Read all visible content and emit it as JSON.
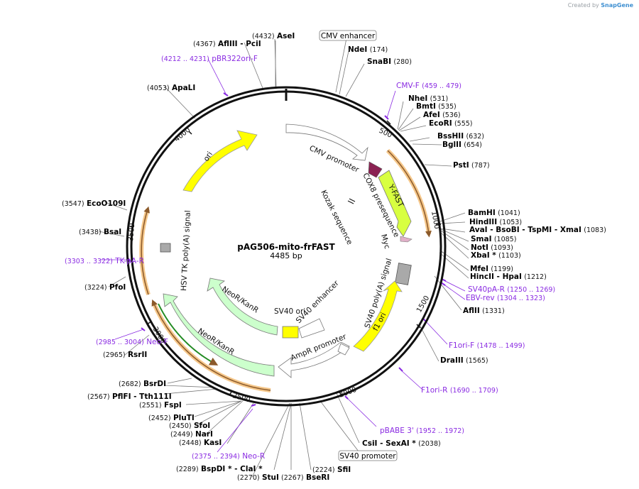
{
  "watermark": {
    "prefix": "Created by",
    "brand": "SnapGene"
  },
  "plasmid": {
    "name": "pAG506-mito-frFAST",
    "length": "4485 bp",
    "total_bp": 4485
  },
  "tick_labels": [
    "500",
    "1000",
    "1500",
    "2000",
    "2500",
    "3000",
    "3500",
    "4000"
  ],
  "sites": [
    {
      "label": "CMV enhancer",
      "boxed": true
    },
    {
      "pos": "(174)",
      "name": "NdeI"
    },
    {
      "pos": "(280)",
      "name": "SnaBI"
    },
    {
      "pos": "(459 .. 479)",
      "name": "CMV-F",
      "primer": true
    },
    {
      "pos": "(531)",
      "name": "NheI"
    },
    {
      "pos": "(535)",
      "name": "BmtI"
    },
    {
      "pos": "(536)",
      "name": "AfeI"
    },
    {
      "pos": "(555)",
      "name": "EcoRI"
    },
    {
      "pos": "(632)",
      "name": "BssHII"
    },
    {
      "pos": "(654)",
      "name": "BglII"
    },
    {
      "pos": "(787)",
      "name": "PstI"
    },
    {
      "pos": "(1041)",
      "name": "BamHI"
    },
    {
      "pos": "(1053)",
      "name": "HindIII"
    },
    {
      "pos": "(1083)",
      "name": "AvaI  - BsoBI  - TspMI  - XmaI"
    },
    {
      "pos": "(1085)",
      "name": "SmaI"
    },
    {
      "pos": "(1093)",
      "name": "NotI"
    },
    {
      "pos": "(1103)",
      "name": "XbaI *"
    },
    {
      "pos": "(1199)",
      "name": "MfeI"
    },
    {
      "pos": "(1212)",
      "name": "HincII  - HpaI"
    },
    {
      "pos": "(1250 .. 1269)",
      "name": "SV40pA-R",
      "primer": true
    },
    {
      "pos": "(1304 .. 1323)",
      "name": "EBV-rev",
      "primer": true
    },
    {
      "pos": "(1331)",
      "name": "AflII"
    },
    {
      "pos": "(1478 .. 1499)",
      "name": "F1ori-F",
      "primer": true
    },
    {
      "pos": "(1565)",
      "name": "DraIII"
    },
    {
      "pos": "(1690 .. 1709)",
      "name": "F1ori-R",
      "primer": true
    },
    {
      "pos": "(1952 .. 1972)",
      "name": "pBABE 3'",
      "primer": true
    },
    {
      "pos": "(2038)",
      "name": "CsiI  - SexAI *"
    },
    {
      "label": "SV40 promoter",
      "boxed": true
    },
    {
      "pos": "(2224)",
      "name": "SfiI"
    },
    {
      "pos": "(2267)",
      "name": "BseRI"
    },
    {
      "pos": "(2270)",
      "name": "StuI"
    },
    {
      "pos": "(2289)",
      "name": "BspDI *  - ClaI *"
    },
    {
      "pos": "(2375 .. 2394)",
      "name": "Neo-R",
      "primer": true
    },
    {
      "pos": "(2448)",
      "name": "KasI"
    },
    {
      "pos": "(2449)",
      "name": "NarI"
    },
    {
      "pos": "(2450)",
      "name": "SfoI"
    },
    {
      "pos": "(2452)",
      "name": "PluTI"
    },
    {
      "pos": "(2551)",
      "name": "FspI"
    },
    {
      "pos": "(2567)",
      "name": "PflFI  - Tth111I"
    },
    {
      "pos": "(2682)",
      "name": "BsrDI"
    },
    {
      "pos": "(2965)",
      "name": "RsrII"
    },
    {
      "pos": "(2985 .. 3004)",
      "name": "Neo-F",
      "primer": true
    },
    {
      "pos": "(3224)",
      "name": "PfoI"
    },
    {
      "pos": "(3303 .. 3322)",
      "name": "TK-pA-R",
      "primer": true
    },
    {
      "pos": "(3438)",
      "name": "BsaI"
    },
    {
      "pos": "(3547)",
      "name": "EcoO109I"
    },
    {
      "pos": "(4053)",
      "name": "ApaLI"
    },
    {
      "pos": "(4212 .. 4231)",
      "name": "pBR322ori-F",
      "primer": true
    },
    {
      "pos": "(4367)",
      "name": "AflIII  - PciI"
    },
    {
      "pos": "(4432)",
      "name": "AseI"
    }
  ],
  "features": [
    {
      "label": "CMV promoter"
    },
    {
      "label": "COX8 presequence"
    },
    {
      "label": "Y-FAST"
    },
    {
      "label": "Myc"
    },
    {
      "label": "Kozak sequence"
    },
    {
      "label": "SV40 poly(A) signal"
    },
    {
      "label": "f1 ori"
    },
    {
      "label": "AmpR promoter"
    },
    {
      "label": "SV40 ori"
    },
    {
      "label": "SV40 enhancer"
    },
    {
      "label": "NeoR/KanR"
    },
    {
      "label": "NeoR/KanR"
    },
    {
      "label": "HSV TK poly(A) signal"
    },
    {
      "label": "ori"
    }
  ],
  "colors": {
    "backbone": "#111111",
    "primer": "#8a2be2",
    "yellow": "#ffff00",
    "orange": "#e8a13a",
    "green": "#228b22",
    "light_green": "#ccffcc",
    "cox8": "#8b2252",
    "grey": "#a9a9a9"
  }
}
